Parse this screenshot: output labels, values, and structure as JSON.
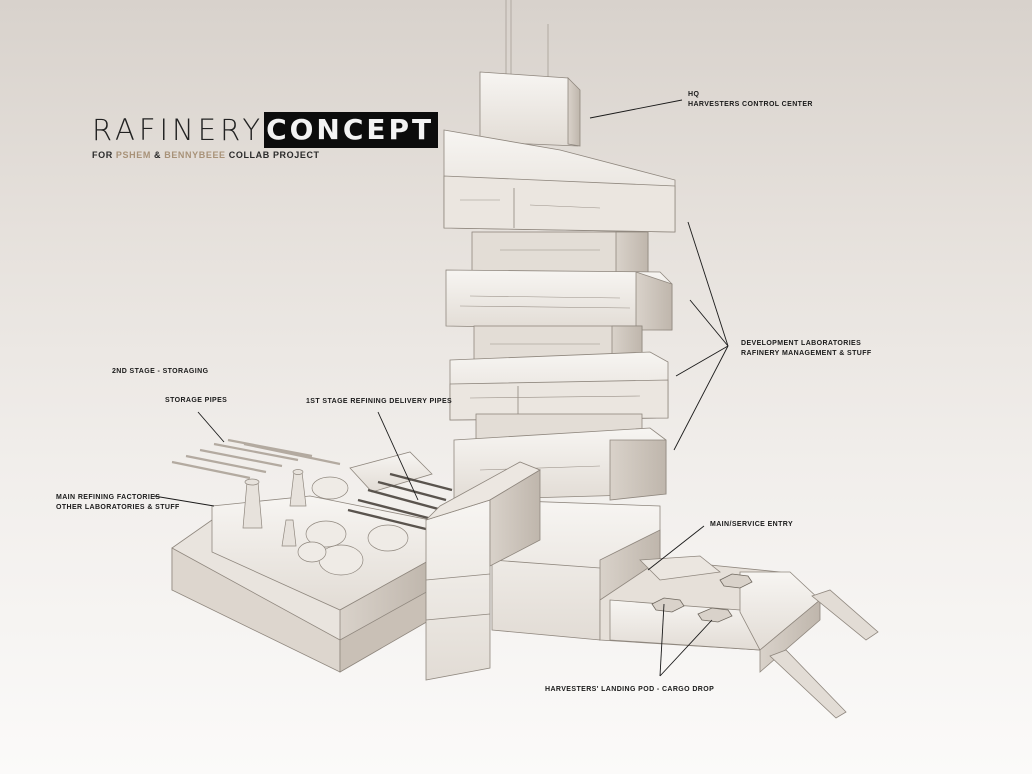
{
  "title": {
    "part1": "RAFINERY",
    "part2": "CONCEPT",
    "subtitle_prefix": "FOR ",
    "author1": "PSHEM",
    "amp": " & ",
    "author2": "BENNYBEEE",
    "subtitle_suffix": " COLLAB PROJECT"
  },
  "colors": {
    "accent": "#a89278",
    "title_block": "#0c0c0c",
    "structure_light": "#f2efeb",
    "structure_shade": "#cfc7be"
  },
  "labels": {
    "hq_line1": "HQ",
    "hq_line2": "HARVESTERS CONTROL CENTER",
    "dev_line1": "DEVELOPMENT LABORATORIES",
    "dev_line2": "RAFINERY MANAGEMENT & STUFF",
    "stage2": "2ND STAGE - STORAGING",
    "storage_pipes": "STORAGE PIPES",
    "delivery_pipes": "1ST STAGE REFINING DELIVERY PIPES",
    "factories_line1": "MAIN REFINING FACTORIES",
    "factories_line2": "OTHER LABORATORIES & STUFF",
    "entry": "MAIN/SERVICE ENTRY",
    "landing": "HARVESTERS' LANDING POD - CARGO DROP"
  }
}
